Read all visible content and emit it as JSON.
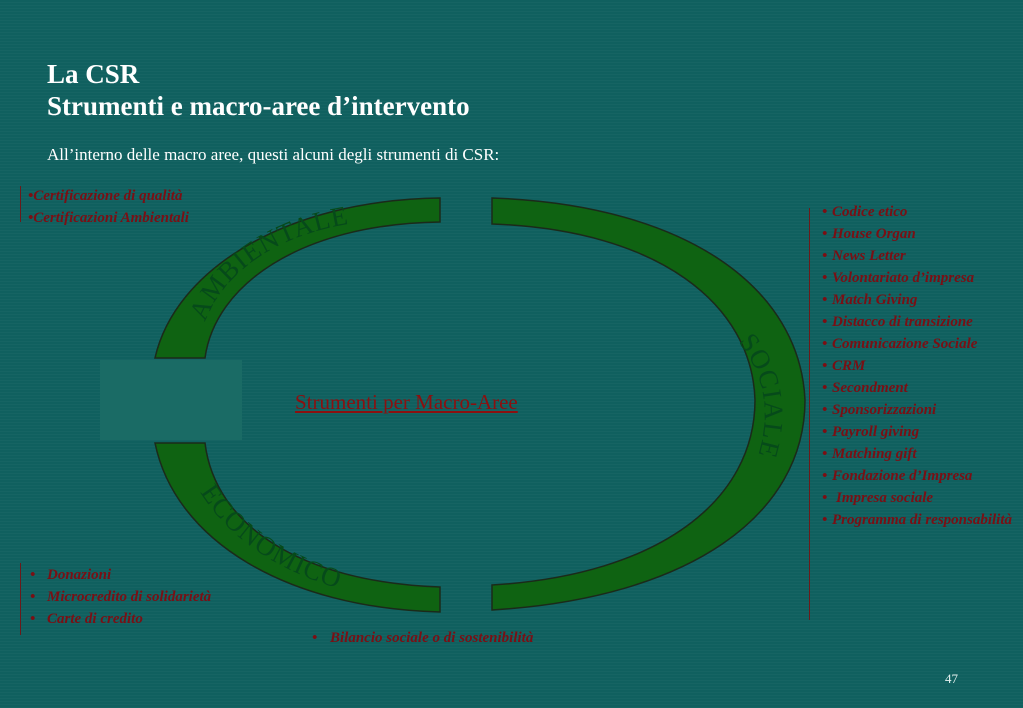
{
  "title": {
    "line1": "La CSR",
    "line2": "Strumenti e macro-aree d’intervento"
  },
  "subtitle": "All’interno delle macro aree, questi alcuni degli strumenti di CSR:",
  "diagram": {
    "center_label": "Strumenti per Macro-Aree",
    "arc_labels": {
      "top_left": "AMBIENTALE",
      "right": "SOCIALE",
      "bottom_left": "ECONOMICO"
    },
    "colors": {
      "arc_fill": "#0f6312",
      "arc_stroke": "#1b2a1a",
      "label": "#7a0f14",
      "background": "#10605f"
    }
  },
  "lists": {
    "ambientale": {
      "bullet": "•",
      "items": [
        "Certificazione di qualità",
        "Certificazioni Ambientali"
      ]
    },
    "sociale": {
      "bullet": "•",
      "items": [
        "Codice etico",
        "House Organ",
        "News Letter",
        "Volontariato d’impresa",
        "Match Giving",
        "Distacco di transizione",
        "Comunicazione Sociale",
        "CRM",
        "Secondment",
        "Sponsorizzazioni",
        "Payroll giving",
        "Matching gift",
        "Fondazione d’Impresa",
        "Impresa sociale",
        "Programma di responsabilità"
      ]
    },
    "economico": {
      "bullet": "•",
      "items": [
        "Donazioni",
        "Microcredito di solidarietà",
        "Carte di credito"
      ]
    },
    "bilancio": {
      "bullet": "•",
      "items": [
        "Bilancio sociale o di sostenibilità"
      ]
    }
  },
  "page_number": "47"
}
